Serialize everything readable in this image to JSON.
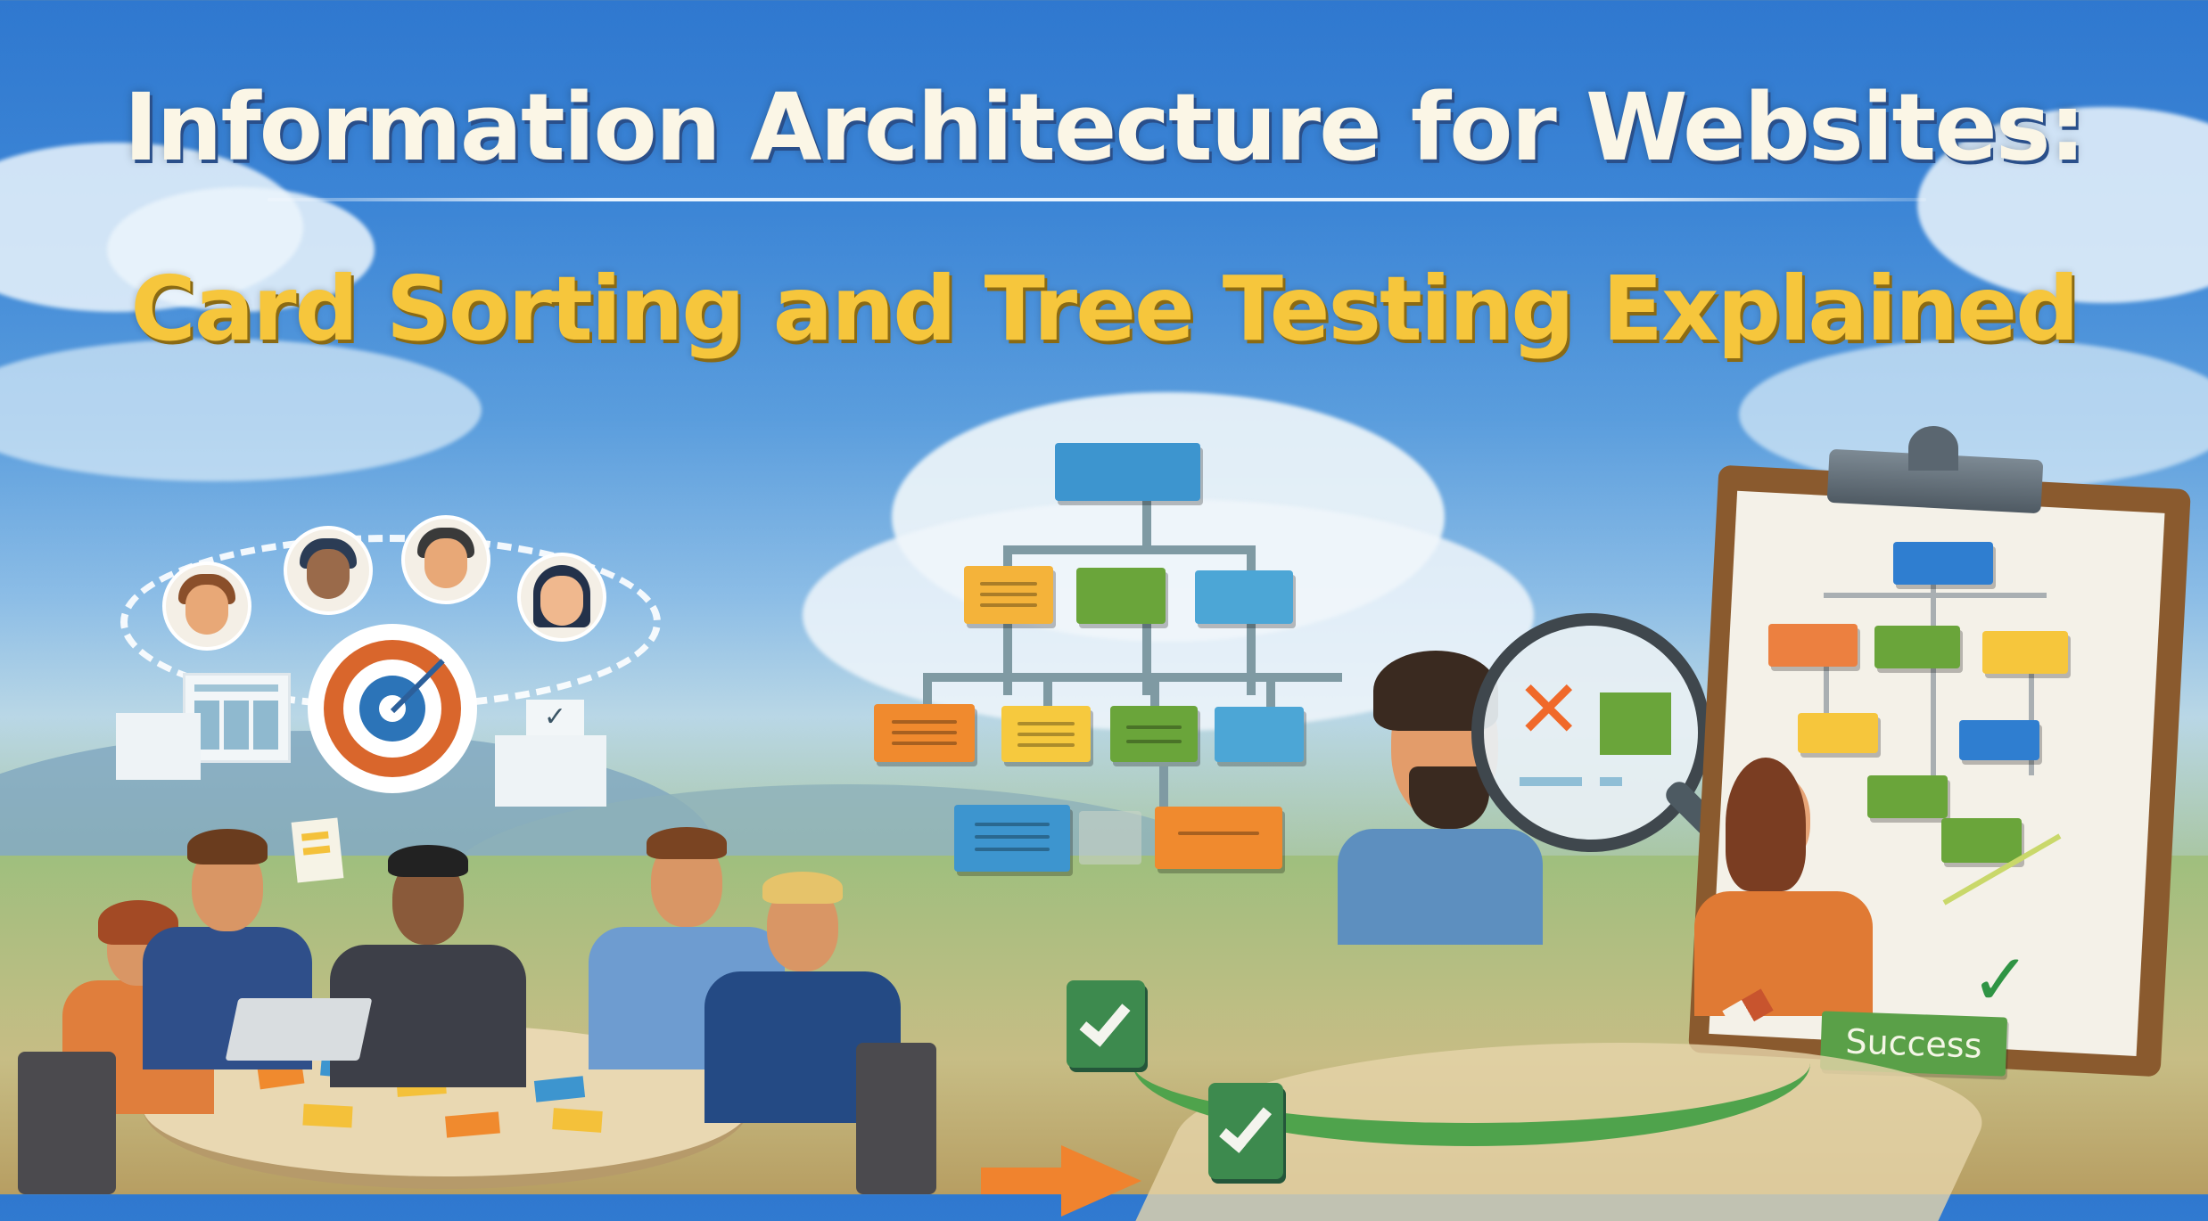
{
  "title": {
    "main": "Information Architecture for Websites:",
    "subtitle": "Card Sorting and Tree Testing Explained"
  },
  "illustration": {
    "left_scene": {
      "description": "Team of five people sorting colored cards around a round table",
      "personas": [
        "bearded-man",
        "bearded-man-dark",
        "man",
        "woman"
      ],
      "icons": [
        "target-with-dart",
        "wireframe-card",
        "checkbox-card"
      ]
    },
    "center_scene": {
      "description": "Hierarchical tree of colored cards",
      "levels": [
        {
          "nodes": [
            "blue"
          ]
        },
        {
          "nodes": [
            "yellow",
            "green",
            "blue"
          ]
        },
        {
          "nodes": [
            "orange",
            "yellow",
            "green",
            "blue"
          ]
        },
        {
          "nodes": [
            "blue",
            "gray",
            "orange"
          ]
        }
      ]
    },
    "right_scene": {
      "description": "Man inspecting with magnifying glass, woman pointing at tree diagram on clipboard",
      "magnifier_marks": [
        "x-mark",
        "green-card"
      ],
      "clipboard_tree": [
        {
          "nodes": [
            "blue"
          ]
        },
        {
          "nodes": [
            "orange",
            "green",
            "yellow"
          ]
        },
        {
          "nodes": [
            "yellow",
            "blue"
          ]
        },
        {
          "nodes": [
            "green",
            "green"
          ]
        }
      ],
      "badge": "Success"
    },
    "bottom_path": {
      "checkmarks": 2,
      "arrows": [
        "green-curved-arrow",
        "orange-arrow"
      ]
    }
  },
  "colors": {
    "sky_top": "#2f78cf",
    "title_main": "#fbf6e6",
    "title_subtitle": "#f6c63c",
    "card_blue": "#3d95cf",
    "card_green": "#6aa53a",
    "card_yellow": "#f4c13a",
    "card_orange": "#f08a2e",
    "success_green": "#5aa048",
    "target_orange": "#d9662c"
  }
}
